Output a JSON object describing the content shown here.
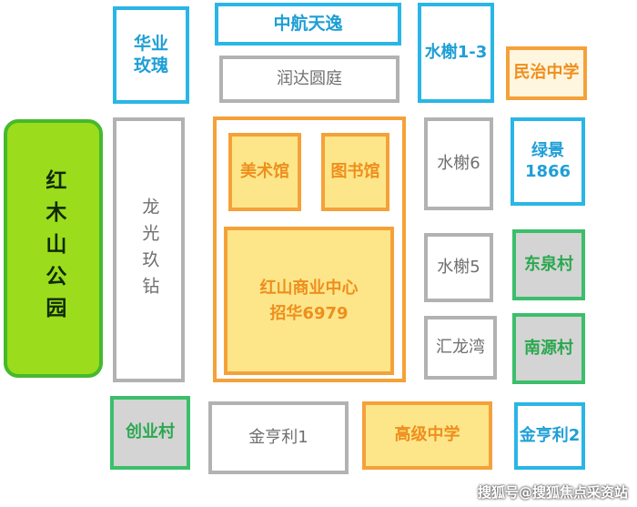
{
  "blocks": {
    "huaye_meigui": "华业\n玫瑰",
    "zhonghang_tianyi": "中航天逸",
    "shuixie_1_3": "水榭1-3",
    "runda_yuanting": "润达圆庭",
    "minzhi_zhongxue": "民治中学",
    "hongmushan_gongyuan": "红木山公园",
    "longguang_jiuzuan": "龙光玖钻",
    "meishuguan": "美术馆",
    "tushuguan": "图书馆",
    "shuixie_6": "水榭6",
    "lvjing_1866": "绿景\n1866",
    "hongshan_center": "红山商业中心\n招华6979",
    "shuixie_5": "水榭5",
    "dongquancun": "东泉村",
    "huilongwan": "汇龙湾",
    "nanyuancun": "南源村",
    "chuangyecun": "创业村",
    "jintingli_1": "金亨利1",
    "gaoji_zhongxue": "高级中学",
    "jintingli_2": "金亨利2"
  },
  "watermark": "搜狐号@搜狐焦点采资站",
  "colors": {
    "blue": "#29b6e6",
    "gray": "#b2b2b2",
    "orange": "#f5a13a",
    "green": "#3bbf6a",
    "park_fill": "#9bdc1c",
    "yellow_fill": "#fde68a"
  }
}
